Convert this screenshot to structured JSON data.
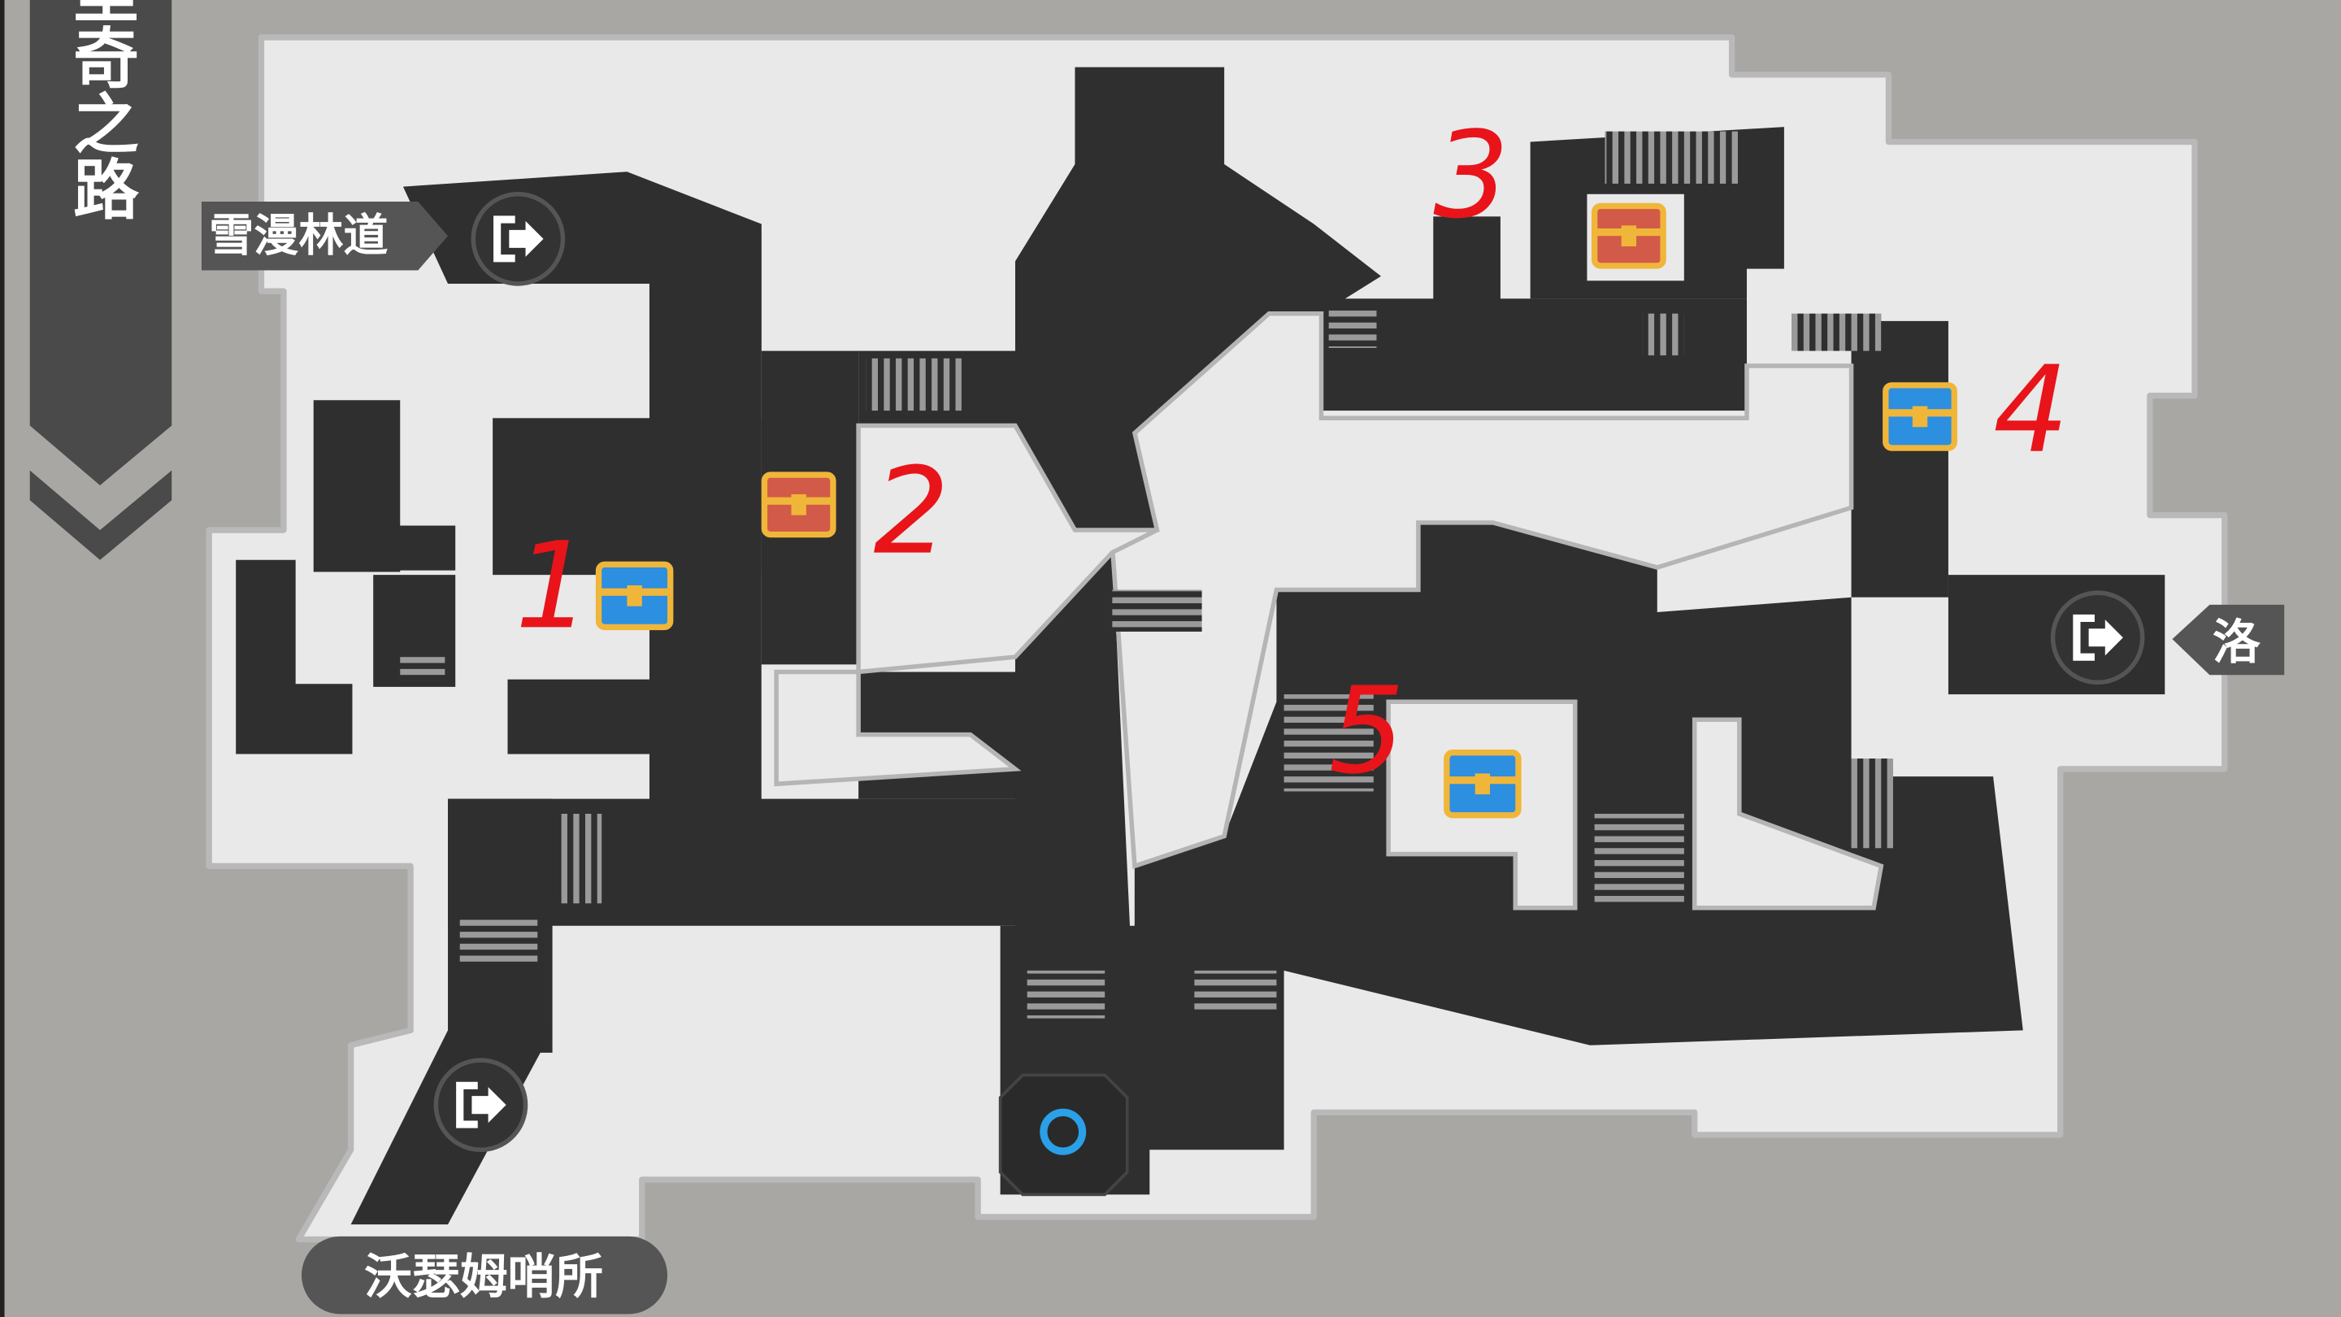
{
  "region_title": "里奇之路",
  "exits": [
    {
      "label": "雪漫林道",
      "icon": "exit-door-icon"
    },
    {
      "label": "洛",
      "icon": "exit-door-icon"
    },
    {
      "label": "沃瑟姆哨所",
      "icon": "exit-door-icon"
    }
  ],
  "chests": [
    {
      "number": "1",
      "type": "blue"
    },
    {
      "number": "2",
      "type": "red"
    },
    {
      "number": "3",
      "type": "red"
    },
    {
      "number": "4",
      "type": "blue"
    },
    {
      "number": "5",
      "type": "blue"
    }
  ],
  "colors": {
    "chest_blue": "#2c8fe0",
    "chest_red": "#d25a48",
    "chest_gold": "#f0b63a",
    "annotation_red": "#e8141a",
    "player_marker": "#2aa0e8"
  }
}
